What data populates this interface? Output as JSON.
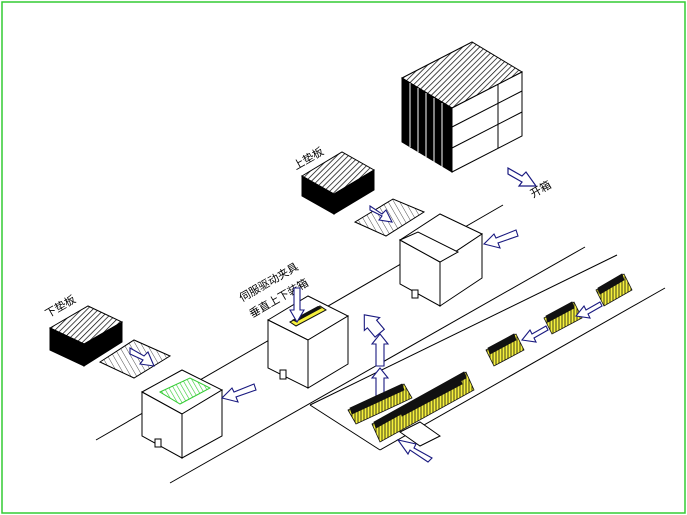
{
  "labels": {
    "open_box": "开箱",
    "upper_pad": "上垫板",
    "lower_pad": "下垫板",
    "servo_line1": "伺服驱动夹具",
    "servo_line2": "垂直上下装箱"
  },
  "colors": {
    "frame_border": "#33cc33",
    "arrow": "#1a1a80",
    "product_highlight": "#f5f03c",
    "product_fill": "#111111",
    "pad_green": "#33cc33",
    "line": "#000000"
  },
  "icons": [
    "arrow-icon",
    "stack-of-boxes-icon",
    "pad-block-icon",
    "box-icon",
    "product-bundle-icon"
  ]
}
